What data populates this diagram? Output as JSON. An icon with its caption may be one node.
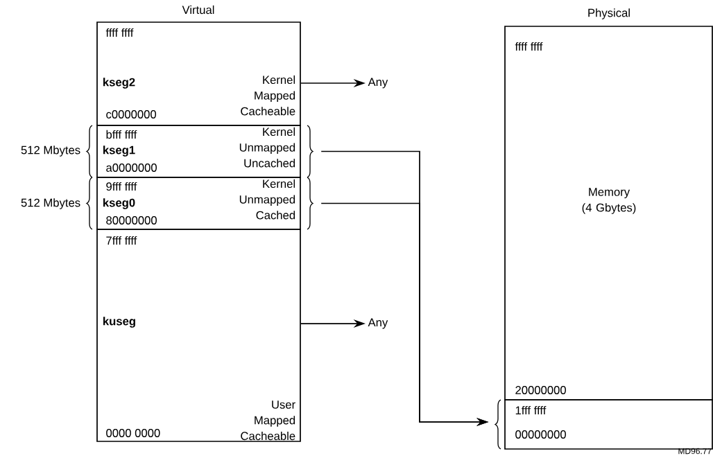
{
  "diagram": {
    "nodes": [
      {
        "text": [
          "ffff ffff",
          "kseg2",
          "c0000000",
          "Kernel Mapped Cacheable"
        ]
      },
      {
        "text": [
          "bfff ffff",
          "kseg1",
          "Kernel Unmapped Uncached",
          "a0000000"
        ]
      },
      {
        "text": [
          "9fff ffff",
          "kseg0",
          "Kernel Unmapped Cached",
          "80000000"
        ]
      },
      {
        "text": [
          "7fff ffff",
          "kuseg",
          "0000 0000",
          "User Mapped Cacheable"
        ]
      },
      {
        "text": [
          "Any"
        ]
      },
      {
        "text": [
          "Any"
        ]
      },
      {
        "text": [
          "ffff ffff",
          "Memory (4 Gbytes)",
          "20000000"
        ]
      },
      {
        "text": [
          "1fff ffff",
          "00000000"
        ]
      }
    ],
    "edges": [
      {
        "from": 0,
        "to": 4,
        "arrow": "to"
      },
      {
        "from": 3,
        "to": 5,
        "arrow": "to"
      },
      {
        "from": 1,
        "to": 7,
        "arrow": "to"
      },
      {
        "from": 2,
        "to": 7,
        "arrow": "to"
      }
    ],
    "labels": [
      "Virtual",
      "Physical",
      "512 Mbytes",
      "512 Mbytes",
      "MD96.77"
    ]
  }
}
